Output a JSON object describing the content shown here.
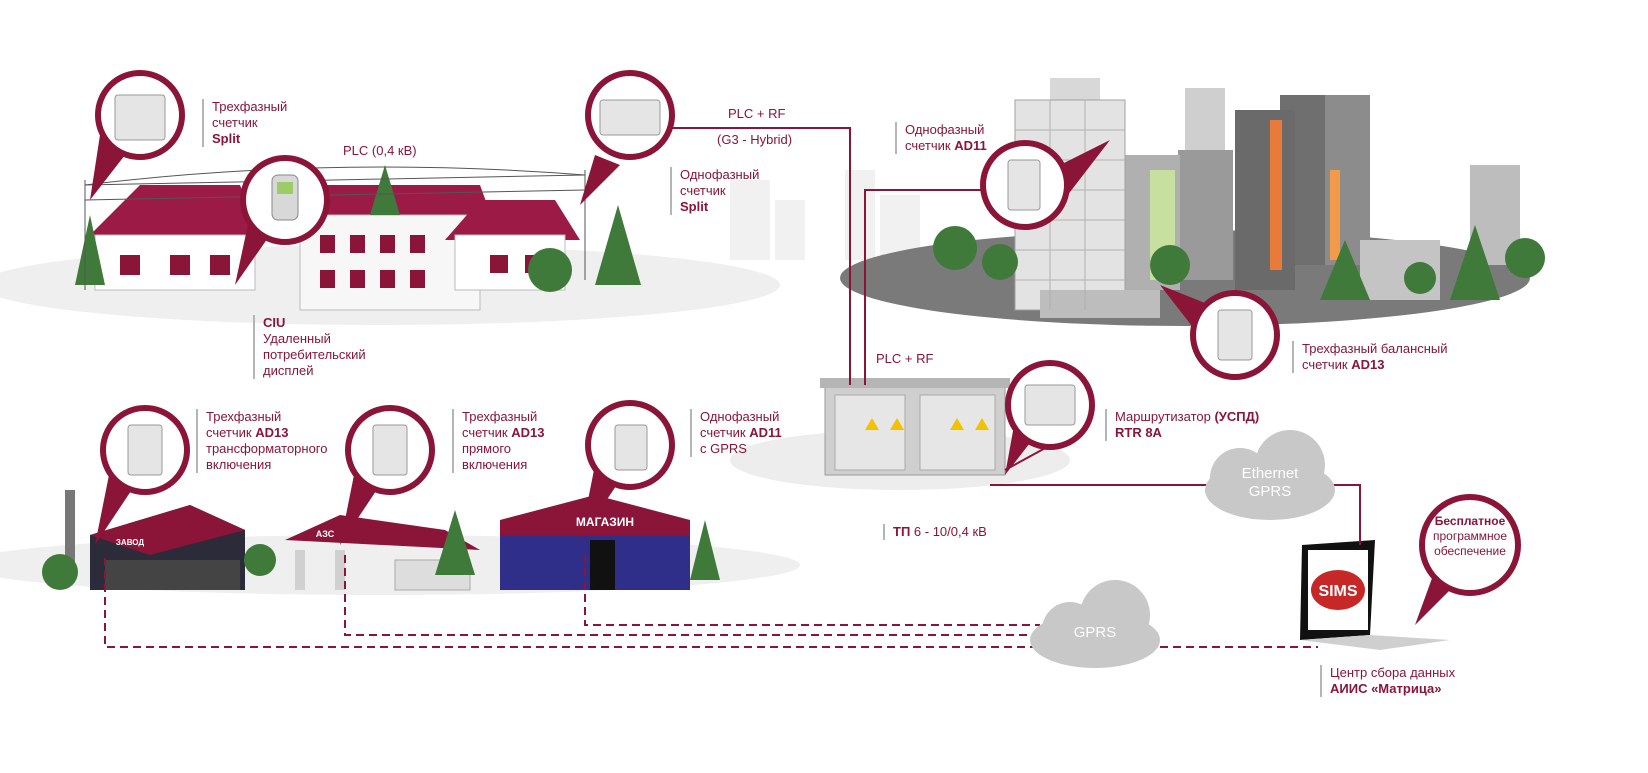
{
  "colors": {
    "accent": "#8a1538",
    "cloud": "#c8c8c8",
    "ground": "#e9e9e9",
    "city_ground": "#7a7a7a",
    "building_gray": "#9a9a9a",
    "tree": "#3f7a3a"
  },
  "labels": {
    "split3": {
      "line1": "Трехфазный",
      "line2": "счетчик",
      "line3": "Split"
    },
    "split1": {
      "line1": "Однофазный",
      "line2": "счетчик",
      "line3": "Split"
    },
    "ciu": {
      "line1": "CIU",
      "line2": "Удаленный",
      "line3": "потребительский",
      "line4": "дисплей"
    },
    "ad11_city": {
      "line1": "Однофазный",
      "line2_pre": "счетчик ",
      "line2_bold": "AD11"
    },
    "ad13_balance": {
      "line1": "Трехфазный балансный",
      "line2_pre": "счетчик ",
      "line2_bold": "AD13"
    },
    "ad13_trans": {
      "line1": "Трехфазный",
      "line2_pre": "счетчик ",
      "line2_bold": "AD13",
      "line3": "трансформаторного",
      "line4": "включения"
    },
    "ad13_direct": {
      "line1": "Трехфазный",
      "line2_pre": "счетчик ",
      "line2_bold": "AD13",
      "line3": "прямого",
      "line4": "включения"
    },
    "ad11_gprs": {
      "line1": "Однофазный",
      "line2_pre": "счетчик ",
      "line2_bold": "AD11",
      "line3": "с GPRS"
    },
    "router": {
      "line1_pre": "Маршрутизатор ",
      "line1_bold": "(УСПД)",
      "line2": "RTR 8A"
    },
    "tp": {
      "bold": "ТП",
      "rest": " 6 - 10/0,4 кВ"
    },
    "center": {
      "line1": "Центр сбора данных",
      "line2": "АИИС «Матрица»"
    },
    "free_soft": {
      "line1": "Бесплатное",
      "line2": "программное",
      "line3": "обеспечение"
    }
  },
  "network": {
    "plc_04": "PLC (0,4 кВ)",
    "plc_rf_top": "PLC + RF",
    "g3_hybrid": "(G3 - Hybrid)",
    "plc_rf_mid": "PLC + RF"
  },
  "clouds": {
    "ethernet_line1": "Ethernet",
    "ethernet_line2": "GPRS",
    "gprs": "GPRS"
  },
  "signs": {
    "shop": "МАГАЗИН",
    "gas": "АЗС",
    "factory": "ЗАВОД",
    "sims": "SIMS"
  }
}
